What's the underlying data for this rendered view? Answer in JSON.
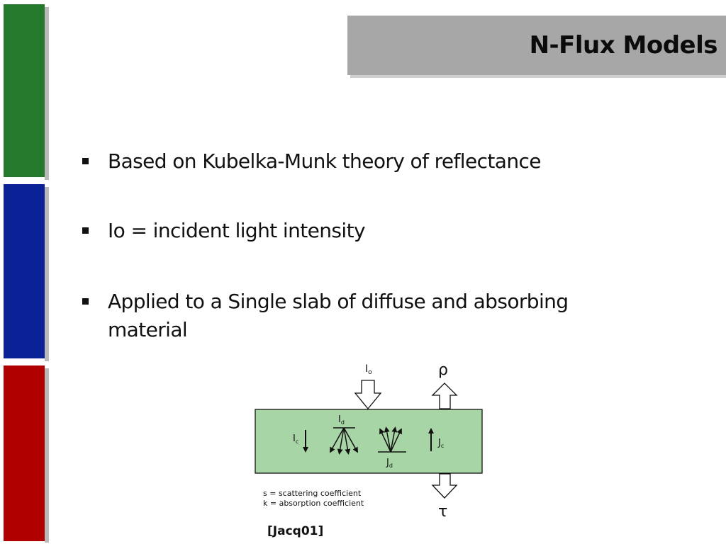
{
  "slide": {
    "title": "N-Flux Models",
    "bullets": [
      "Based on Kubelka-Munk theory of reflectance",
      "Io = incident light intensity",
      "Applied to a Single slab of diffuse and absorbing material"
    ],
    "citation": "[Jacq01]"
  },
  "diagram": {
    "incident_label": "I",
    "incident_sub": "o",
    "reflect_label": "ρ",
    "transmit_label": "τ",
    "ic_label": "I",
    "ic_sub": "c",
    "id_label": "I",
    "id_sub": "d",
    "jd_label": "J",
    "jd_sub": "d",
    "jc_label": "J",
    "jc_sub": "c",
    "legend_s": "s = scattering coefficient",
    "legend_k": "k = absorption coefficient"
  },
  "colors": {
    "bar_green": "#25792c",
    "bar_blue": "#0b2296",
    "bar_red": "#b00000",
    "title_box": "#a7a7a7",
    "slab_fill": "#a8d5a6"
  }
}
